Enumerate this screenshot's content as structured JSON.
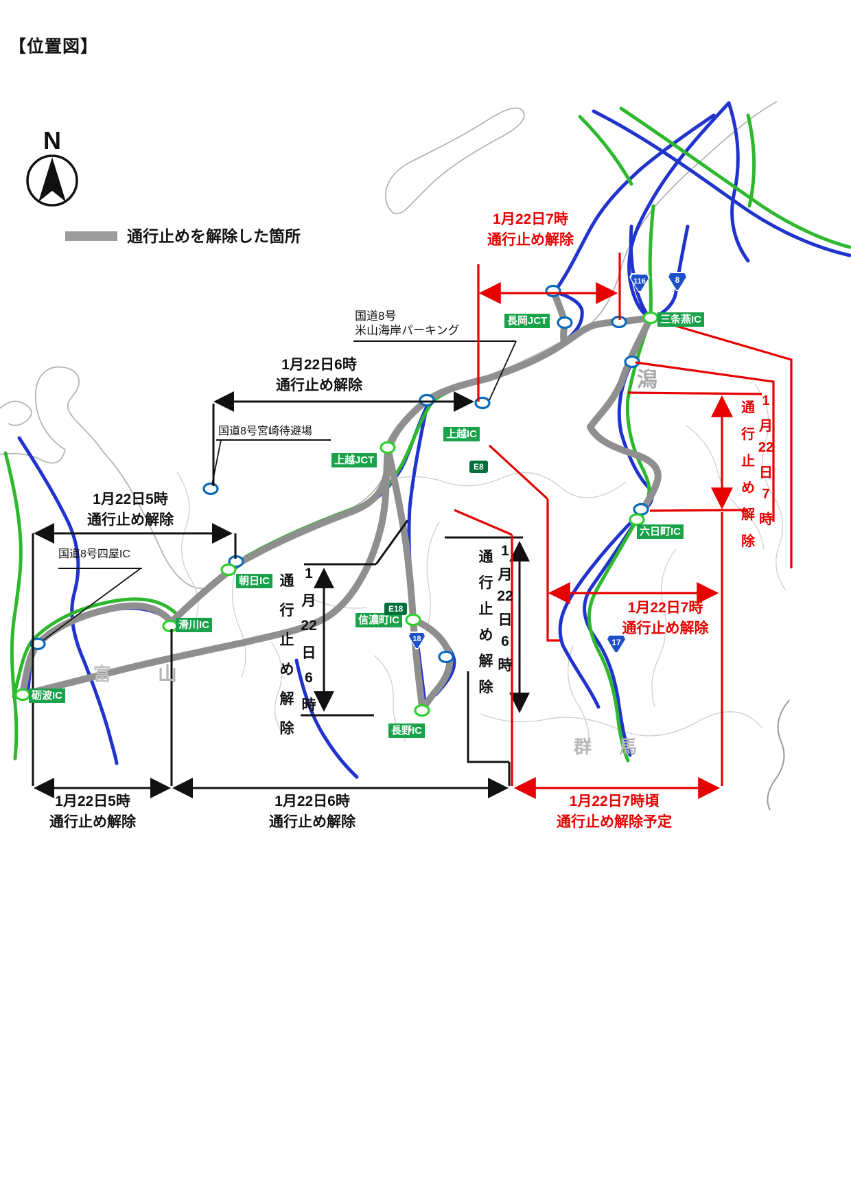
{
  "title": "【位置図】",
  "compass": {
    "label": "N"
  },
  "legend": {
    "label": "通行止めを解除した箇所"
  },
  "map_labels": {
    "yoneyama_line1": "国道8号",
    "yoneyama_line2": "米山海岸パーキング",
    "miyazaki": "国道8号宮崎待避場",
    "yotsuya": "国道8号四屋IC",
    "niigata": "潟",
    "toyama_1": "富",
    "toyama_2": "山",
    "gunma_1": "群",
    "gunma_2": "馬"
  },
  "ic": {
    "sanjotsubame": "三条燕IC",
    "nagaoka": "長岡JCT",
    "joetsu_ic": "上越IC",
    "joetsu_jct": "上越JCT",
    "asahi": "朝日IC",
    "namerikawa": "滑川IC",
    "tonami": "砺波IC",
    "shinanomachi": "信濃町IC",
    "nagano": "長野IC",
    "muikamachi": "六日町IC"
  },
  "shields": {
    "r116": "116",
    "r8": "8",
    "r17": "17",
    "r18": "18"
  },
  "badges": {
    "e8": "E8",
    "e18": "E18"
  },
  "annotations": {
    "top_red": {
      "line1": "1月22日7時",
      "line2": "通行止め解除"
    },
    "center_black": {
      "line1": "1月22日6時",
      "line2": "通行止め解除"
    },
    "left_black": {
      "line1": "1月22日5時",
      "line2": "通行止め解除"
    },
    "muikamachi_red": {
      "line1": "1月22日7時",
      "line2": "通行止め解除"
    },
    "right_vertical_red": {
      "col1": [
        "通",
        "行",
        "止",
        "め",
        "解",
        "除"
      ],
      "col2": [
        "1",
        "月",
        "22",
        "日",
        "7",
        "時"
      ]
    },
    "vertical_black_asahi": {
      "col1": [
        "通",
        "行",
        "止",
        "め",
        "解",
        "除"
      ],
      "col2": [
        "1",
        "月",
        "22",
        "日",
        "6",
        "時"
      ]
    },
    "vertical_black_joetsu": {
      "col1": [
        "通",
        "行",
        "止",
        "め",
        "解",
        "除"
      ],
      "col2": [
        "1",
        "月",
        "22",
        "日",
        "6",
        "時"
      ]
    },
    "bottom_left": {
      "line1": "1月22日5時",
      "line2": "通行止め解除"
    },
    "bottom_center": {
      "line1": "1月22日6時",
      "line2": "通行止め解除"
    },
    "bottom_right": {
      "line1": "1月22日7時頃",
      "line2": "通行止め解除予定"
    }
  },
  "colors": {
    "annotation_red": "#e60000",
    "reopened_route_gray": "#8f8f8f",
    "road_blue": "#2033cc",
    "road_green": "#2eb82e",
    "ic_label_green": "#19a24a",
    "route_shield_blue": "#1d50c8",
    "expressway_badge_green": "#00703b"
  }
}
